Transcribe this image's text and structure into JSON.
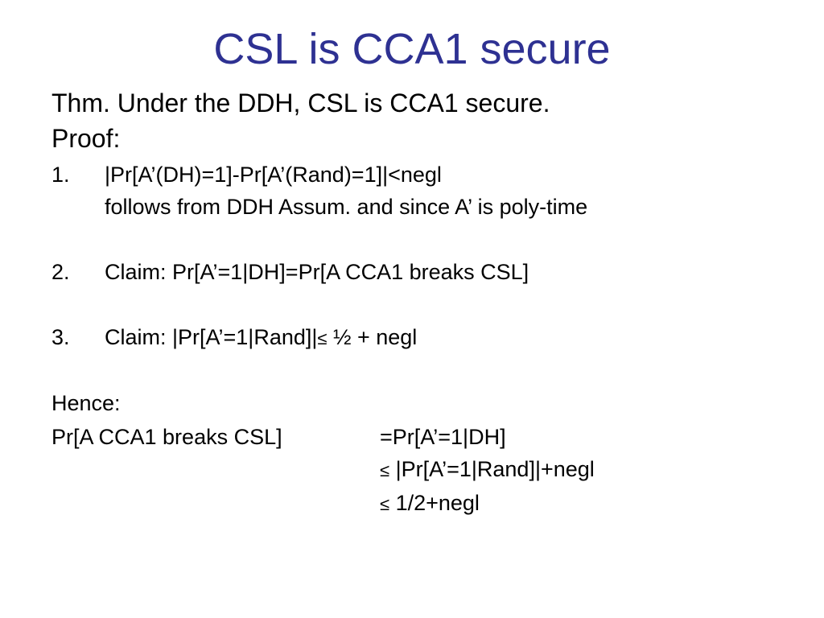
{
  "slide": {
    "title": "CSL is CCA1 secure",
    "theorem": "Thm. Under the DDH, CSL is CCA1 secure.",
    "proof_label": "Proof:",
    "steps": [
      {
        "num": "1.",
        "text": "|Pr[A’(DH)=1]-Pr[A’(Rand)=1]|<negl",
        "subtext": "follows from DDH Assum. and since A’ is poly-time"
      },
      {
        "num": "2.",
        "text": "Claim: Pr[A’=1|DH]=Pr[A CCA1 breaks CSL]"
      },
      {
        "num": "3.",
        "text_before": "Claim: |Pr[A’=1|Rand]|",
        "symbol": "≤",
        "text_after": " ½ + negl"
      }
    ],
    "hence_label": "Hence:",
    "derivation": {
      "lhs": "Pr[A CCA1 breaks CSL]",
      "rhs1": "=Pr[A’=1|DH]",
      "rhs2_symbol": "≤",
      "rhs2": " |Pr[A’=1|Rand]|+negl",
      "rhs3_symbol": "≤",
      "rhs3": " 1/2+negl"
    }
  }
}
